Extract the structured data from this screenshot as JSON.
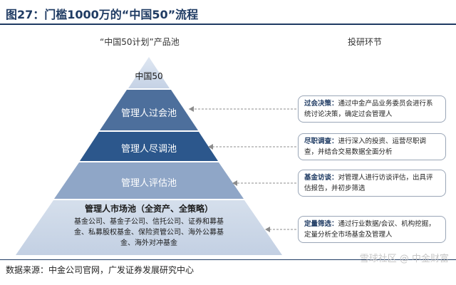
{
  "title": "图27：门槛1000万的“中国50”流程",
  "left_heading": "“中国50计划”产品池",
  "right_heading": "投研环节",
  "pyramid": {
    "apex": "中国50",
    "tier1": "管理人过会池",
    "tier2": "管理人尽调池",
    "tier3": "管理人评估池",
    "base_title": "管理人市场池（全资产、全策略）",
    "base_line1": "基金公司、基金子公司、信托公司、证券和募基",
    "base_line2": "金、私募股权基金、保险资管公司、海外公募基",
    "base_line3": "金、海外对冲基金"
  },
  "steps": [
    {
      "label": "过会决策：",
      "text": "通过中金产品业务委员会进行系统讨论决策，确定过会管理人"
    },
    {
      "label": "尽职调查：",
      "text": "进行深入的投资、运营尽职调查，并结合交易数据全面分析"
    },
    {
      "label": "基金访谈：",
      "text": "对管理人进行访谈评估，出具评估报告，并初步筛选"
    },
    {
      "label": "定量筛选：",
      "text": "通过行业数据/会议、机构挖掘，定量分析全市场基金及管理人"
    }
  ],
  "source": "数据来源：中金公司官网，广发证券发展研究中心",
  "watermark": "雪球社区 @ 中金财富",
  "colors": {
    "navy": "#1f3b63",
    "tier_mid": "#4d6f9c",
    "tier_dark": "#2c578c",
    "tier_light": "#8fa6c7",
    "base": "#c9d5e6",
    "arrow": "#8c8c8c"
  }
}
